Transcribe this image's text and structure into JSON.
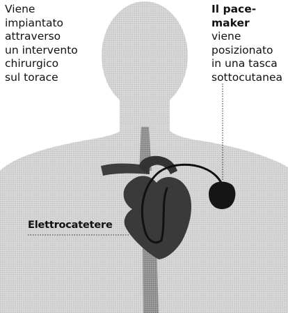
{
  "caption_left": "Viene\nimpiantato\nattraverso\nun intervento\nchirurgico\nsul torace",
  "caption_right": {
    "title": "Il pace-maker",
    "body": "viene\nposizionato\nin una tasca\nsottocutanea"
  },
  "lead_label": "Elettrocatetere",
  "colors": {
    "body_silhouette": "#d6d6d6",
    "vessels": "#9a9a9a",
    "heart": "#3a3a3a",
    "wire": "#111111",
    "device": "#151515",
    "text": "#111111"
  }
}
